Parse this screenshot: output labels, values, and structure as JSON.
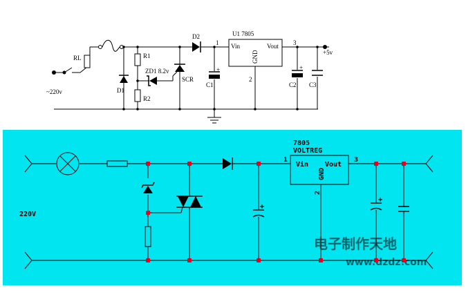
{
  "top": {
    "labels": {
      "rl": "RL",
      "r1": "R1",
      "r2": "R2",
      "d1": "D1",
      "zd1": "ZD1 8.2v",
      "scr": "SCR",
      "d2": "D2",
      "c1": "C1",
      "u1": "U1 7805",
      "vin": "Vin",
      "gnd": "GND",
      "vout": "Vout",
      "c2": "C2",
      "c3": "C3",
      "pin1": "1",
      "pin2": "2",
      "pin3": "3",
      "input": "~220v",
      "output": "+5v",
      "plus": "+"
    }
  },
  "bottom": {
    "labels": {
      "part": "7805",
      "type": "VOLTREG",
      "vin": "Vin",
      "gnd": "GND",
      "vout": "Vout",
      "pin1": "1",
      "pin2": "2",
      "pin3": "3",
      "input": "220V",
      "plus": "+"
    }
  },
  "colors": {
    "panel_bg": "#00e5f0",
    "wire": "#000000",
    "junction_top": "#000000",
    "junction_bottom": "#e8001e",
    "watermark": "#7fb6c6"
  },
  "watermark": {
    "cn": "电子制作天地",
    "url": "www.dzdz.com"
  }
}
